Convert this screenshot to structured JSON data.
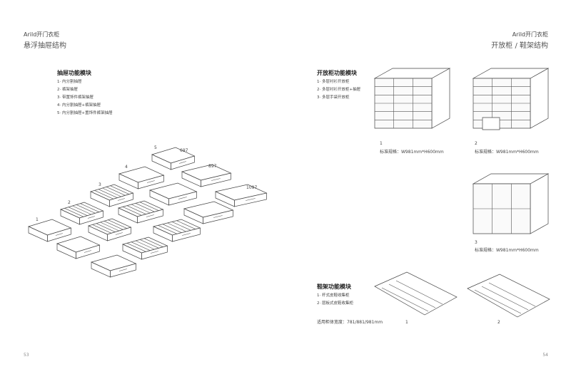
{
  "left_page": {
    "brand": "Arild开门衣柜",
    "title": "悬浮抽屉结构",
    "module_title": "抽屉功能模块",
    "items": [
      "1· 内分割抽屉",
      "2· 裤架抽屉",
      "3· 带置饰件裤架抽屉",
      "4· 内分割抽屉+裤架抽屉",
      "5· 内分割抽屉+置饰件裤架抽屉"
    ],
    "drawing_labels": {
      "n1": "1",
      "n2": "2",
      "n3": "3",
      "n4": "4",
      "n5": "5",
      "w697": "697",
      "w897": "897",
      "w1097": "1097"
    },
    "page_number": "53"
  },
  "right_page": {
    "brand": "Arild开门衣柜",
    "title": "开放柜 / 鞋架结构",
    "open_module_title": "开放柜功能模块",
    "open_items": [
      "1· 多层衬衫开放柜",
      "2· 多层衬衫开放柜+抽屉",
      "3· 多层手袋开放柜"
    ],
    "cabinets": [
      {
        "num": "1",
        "spec": "标准规格：W981mm*H600mm"
      },
      {
        "num": "2",
        "spec": "标准规格：W981mm*H600mm"
      },
      {
        "num": "3",
        "spec": "标准规格：W981mm*H600mm"
      }
    ],
    "shoe_module_title": "鞋架功能模块",
    "shoe_items": [
      "1· 杆式皮鞋收集柜",
      "2· 层板式皮鞋收集柜"
    ],
    "shoe_width_note": "适用柜体宽度：781/881/981mm",
    "shoe_labels": [
      "1",
      "2"
    ],
    "page_number": "54"
  }
}
